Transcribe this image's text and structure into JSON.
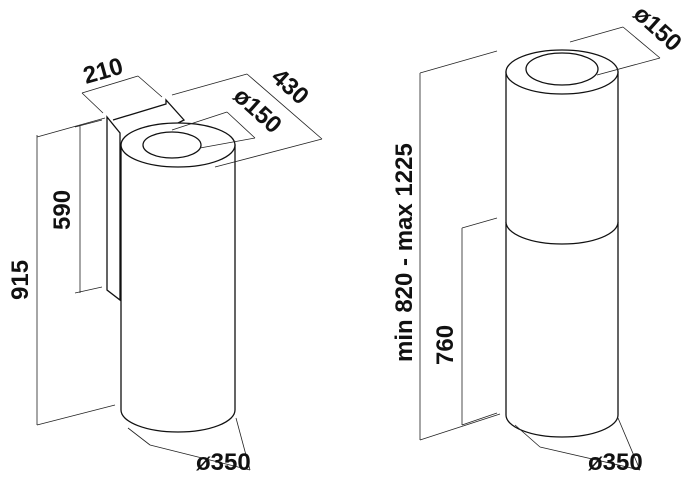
{
  "left_drawing": {
    "depth_label": "210",
    "width_label": "430",
    "outlet_label": "ø150",
    "bracket_height_label": "590",
    "total_height_label": "915",
    "diameter_label": "ø350"
  },
  "right_drawing": {
    "outlet_label": "ø150",
    "height_range_label": "min 820 - max 1225",
    "lower_height_label": "760",
    "diameter_label": "ø350"
  }
}
